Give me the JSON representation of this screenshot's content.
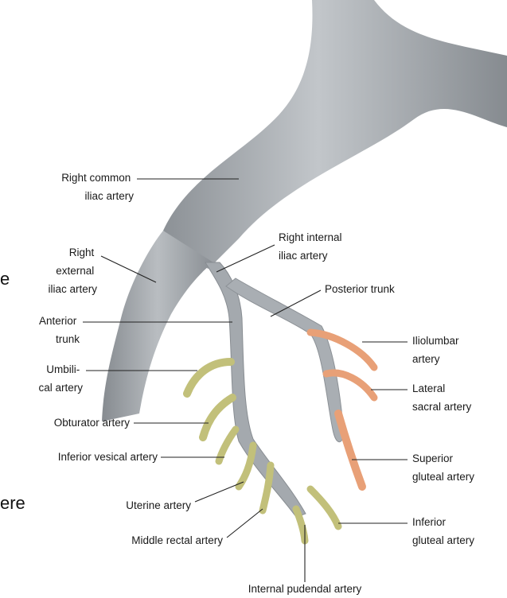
{
  "labels": {
    "right_common_iliac": [
      "Right common",
      "iliac artery"
    ],
    "right_external_iliac": [
      "Right",
      "external",
      "iliac artery"
    ],
    "right_internal_iliac": [
      "Right internal",
      "iliac artery"
    ],
    "posterior_trunk": [
      "Posterior trunk"
    ],
    "anterior_trunk": [
      "Anterior",
      "trunk"
    ],
    "iliolumbar": [
      "Iliolumbar",
      "artery"
    ],
    "umbilical": [
      "Umbili-",
      "cal artery"
    ],
    "lateral_sacral": [
      "Lateral",
      "sacral artery"
    ],
    "obturator": [
      "Obturator artery"
    ],
    "inferior_vesical": [
      "Inferior vesical artery"
    ],
    "superior_gluteal": [
      "Superior",
      "gluteal artery"
    ],
    "uterine": [
      "Uterine artery"
    ],
    "middle_rectal": [
      "Middle rectal artery"
    ],
    "inferior_gluteal": [
      "Inferior",
      "gluteal artery"
    ],
    "internal_pudendal": [
      "Internal pudendal artery"
    ]
  },
  "side_fragments": [
    "e",
    "ere"
  ],
  "colors": {
    "artery_gray": "#9ea3a8",
    "artery_dark": "#7c8186",
    "posterior_branch_orange": "#e8a077",
    "anterior_branch_olive": "#c2c07a"
  }
}
